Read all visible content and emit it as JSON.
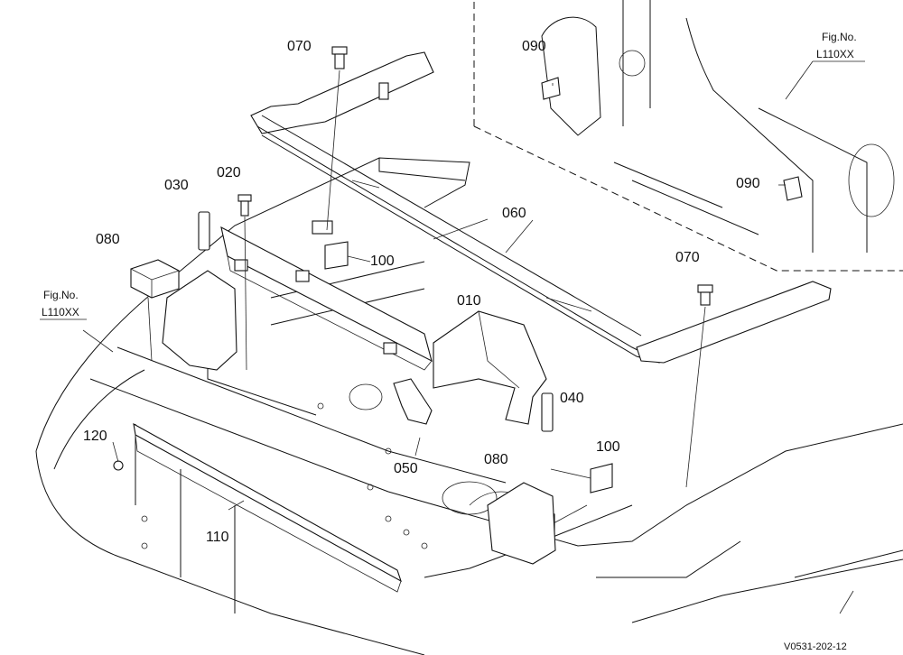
{
  "callouts": {
    "c010": "010",
    "c020": "020",
    "c030": "030",
    "c040": "040",
    "c050": "050",
    "c060": "060",
    "c070a": "070",
    "c070b": "070",
    "c080a": "080",
    "c080b": "080",
    "c090a": "090",
    "c090b": "090",
    "c100a": "100",
    "c100b": "100",
    "c110": "110",
    "c120": "120"
  },
  "figrefs": {
    "left": {
      "line1": "Fig.No.",
      "line2": "L110XX"
    },
    "right": {
      "line1": "Fig.No.",
      "line2": "L110XX"
    }
  },
  "drawing_code": "V0531-202-12"
}
